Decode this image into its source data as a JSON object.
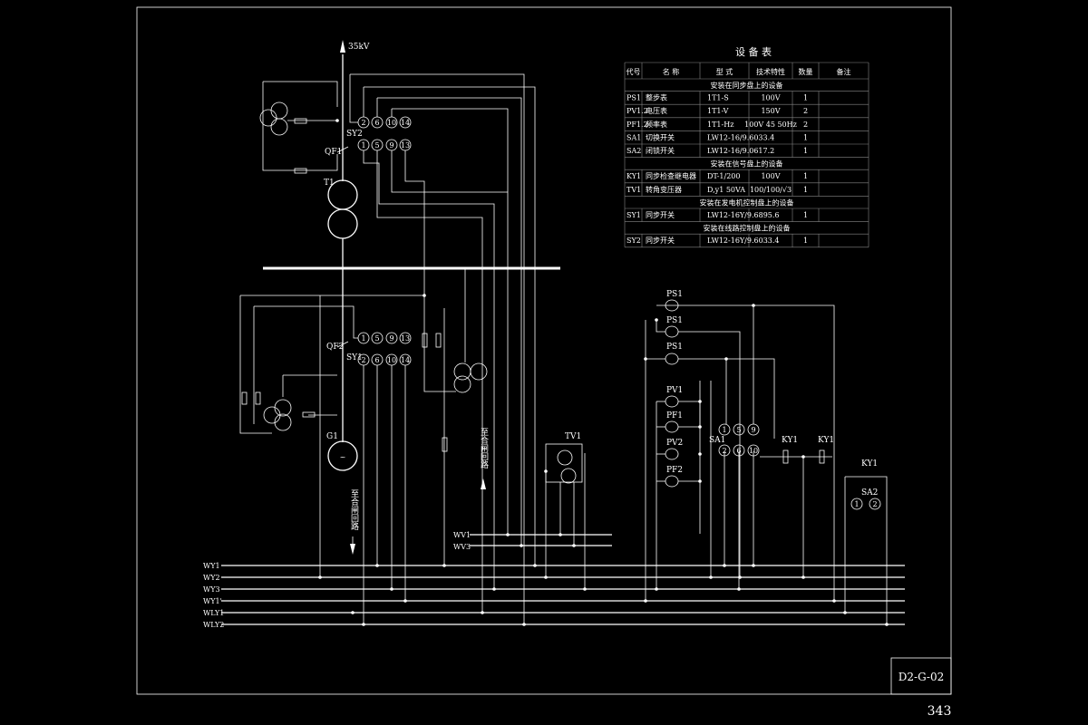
{
  "title_block": {
    "drawing_no": "D2-G-02",
    "page_no": "343"
  },
  "labels": {
    "kv35": "35kV",
    "qf1": "QF1",
    "qf2": "QF2",
    "sy1": "SY1",
    "sy2": "SY2",
    "t1": "T1",
    "g1": "G1",
    "tv1": "TV1",
    "to_closing_circuit": "至合闸回路"
  },
  "switch_contacts": {
    "sy2_top": [
      "2",
      "6",
      "10",
      "14"
    ],
    "sy2_bottom": [
      "1",
      "5",
      "9",
      "13"
    ],
    "sy1_top": [
      "1",
      "5",
      "9",
      "13"
    ],
    "sy1_bottom": [
      "2",
      "6",
      "10",
      "14"
    ],
    "sa1_top": [
      "1",
      "5",
      "9"
    ],
    "sa1_bottom": [
      "2",
      "6",
      "10"
    ],
    "sa2": [
      "1",
      "2"
    ]
  },
  "right_devices": {
    "ps1": "PS1",
    "pv1": "PV1",
    "pf1": "PF1",
    "pv2": "PV2",
    "pf2": "PF2",
    "sa1": "SA1",
    "sa2": "SA2",
    "ky1": "KY1"
  },
  "buses": [
    "WY1",
    "WY2",
    "WY3",
    "WY1'",
    "WLY1",
    "WLY2"
  ],
  "mid_buses": [
    "WV1",
    "WV3"
  ],
  "equipment_table": {
    "title": "设 备 表",
    "headers": [
      "代号",
      "名  称",
      "型  式",
      "技术特性",
      "数量",
      "备注"
    ],
    "sections": [
      {
        "heading": "安装在同步盘上的设备",
        "rows": [
          [
            "PS1",
            "整步表",
            "1T1-S",
            "100V",
            "1",
            ""
          ],
          [
            "PV1.2",
            "电压表",
            "1T1-V",
            "150V",
            "2",
            ""
          ],
          [
            "PF1.2",
            "频率表",
            "1T1-Hz",
            "100V 45 50Hz",
            "2",
            ""
          ],
          [
            "SA1",
            "切换开关",
            "LW12-16/9.6033.4",
            "",
            "1",
            ""
          ],
          [
            "SA2",
            "闭锁开关",
            "LW12-16/9.0617.2",
            "",
            "1",
            ""
          ]
        ]
      },
      {
        "heading": "安装在信号盘上的设备",
        "rows": [
          [
            "KY1",
            "同步检查继电器",
            "DT-1/200",
            "100V",
            "1",
            ""
          ],
          [
            "TV1",
            "转角变压器",
            "D,y1 50VA",
            "100/100/√3",
            "1",
            ""
          ]
        ]
      },
      {
        "heading": "安装在发电机控制盘上的设备",
        "rows": [
          [
            "SY1",
            "同步开关",
            "LW12-16Y/9.6895.6",
            "",
            "1",
            ""
          ]
        ]
      },
      {
        "heading": "安装在线路控制盘上的设备",
        "rows": [
          [
            "SY2",
            "同步开关",
            "LW12-16Y/9.6033.4",
            "",
            "1",
            ""
          ]
        ]
      }
    ]
  }
}
